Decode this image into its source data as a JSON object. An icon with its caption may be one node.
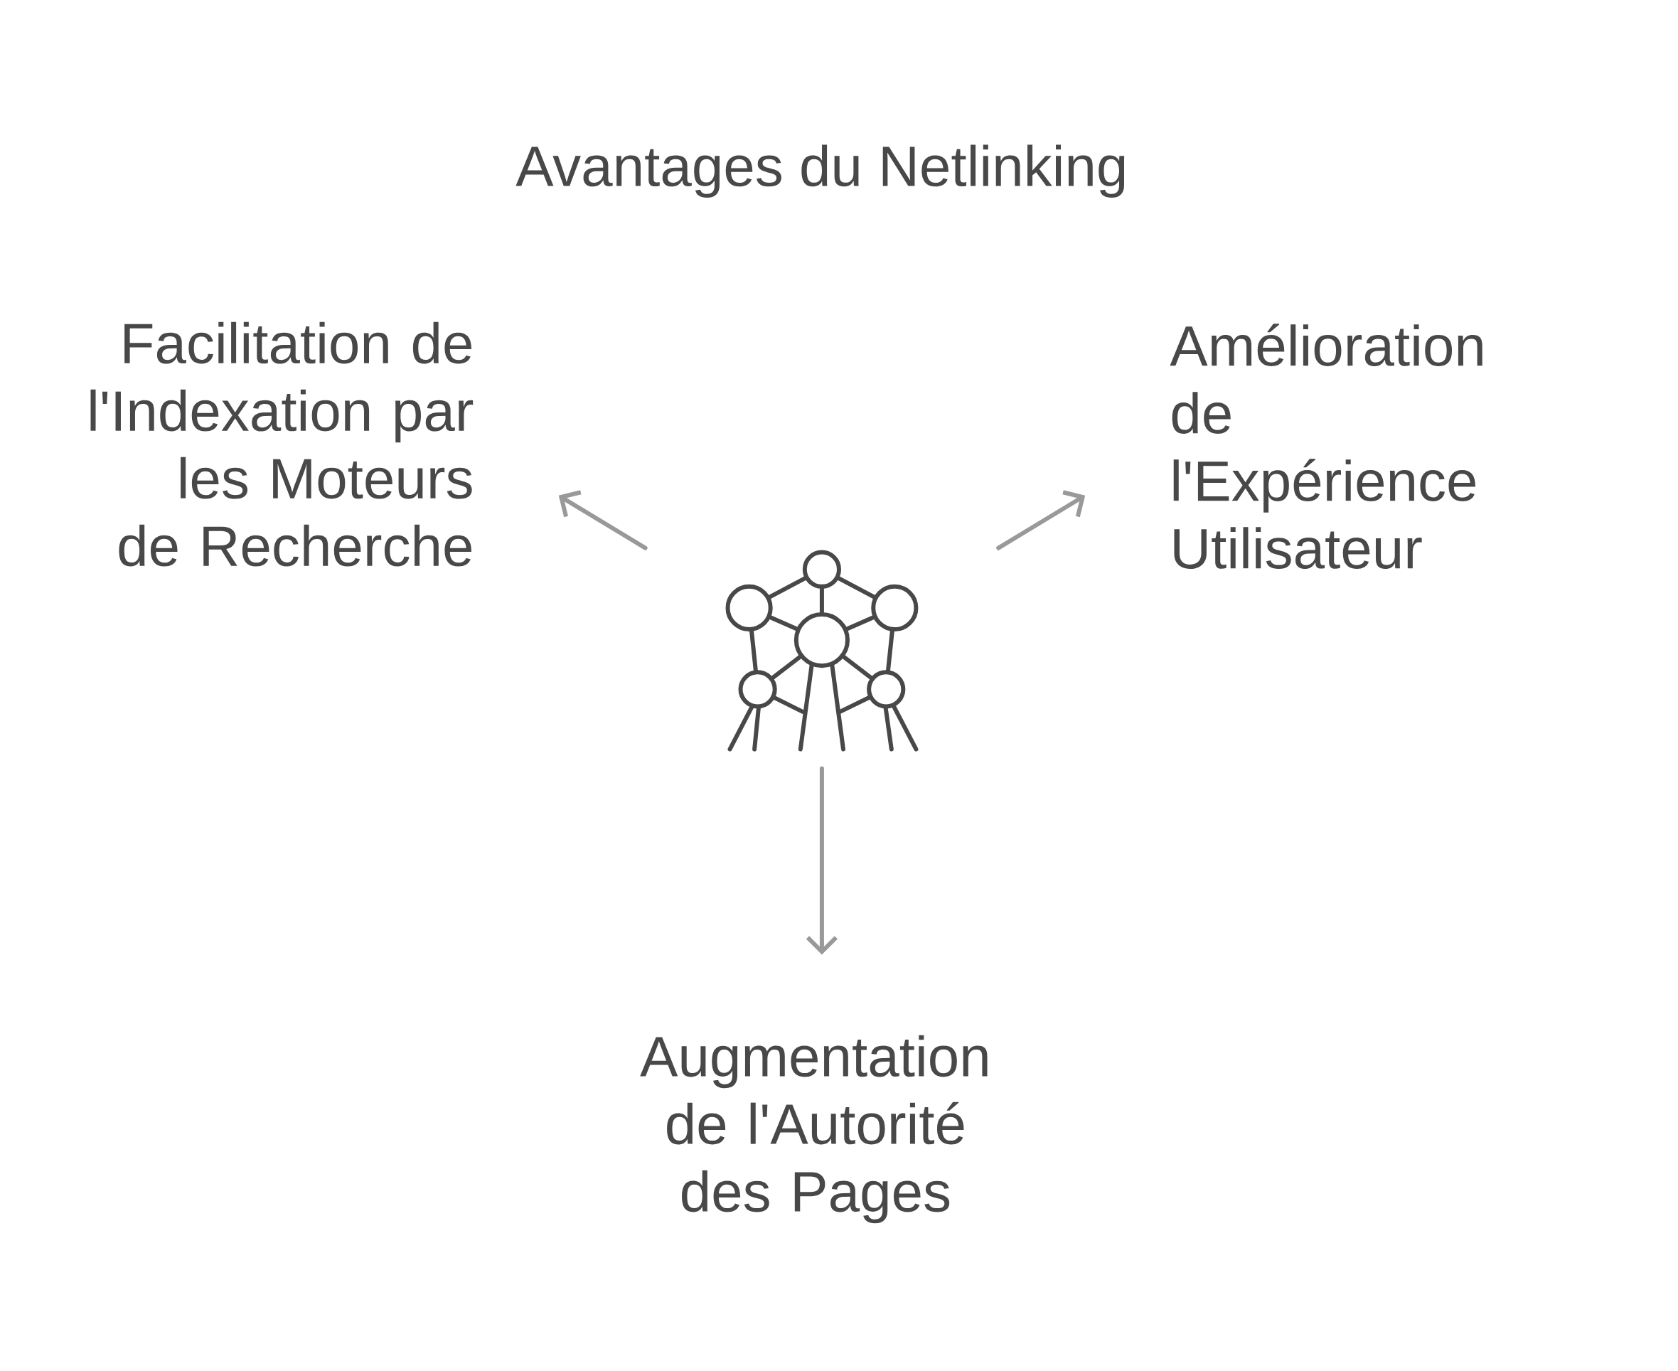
{
  "diagram": {
    "title": "Avantages du Netlinking",
    "nodes": [
      {
        "text": [],
        "shape": "picture"
      },
      {
        "text": [
          "Facilitation de l'Indexation par les Moteurs de Recherche"
        ]
      },
      {
        "text": [
          "Amélioration de l'Expérience Utilisateur"
        ]
      },
      {
        "text": [
          "Augmentation de l'Autorité des Pages"
        ]
      }
    ],
    "edges": [
      {
        "from": 0,
        "to": 1,
        "arrow": "to"
      },
      {
        "from": 0,
        "to": 2,
        "arrow": "to"
      },
      {
        "from": 0,
        "to": 3,
        "arrow": "to"
      }
    ]
  }
}
